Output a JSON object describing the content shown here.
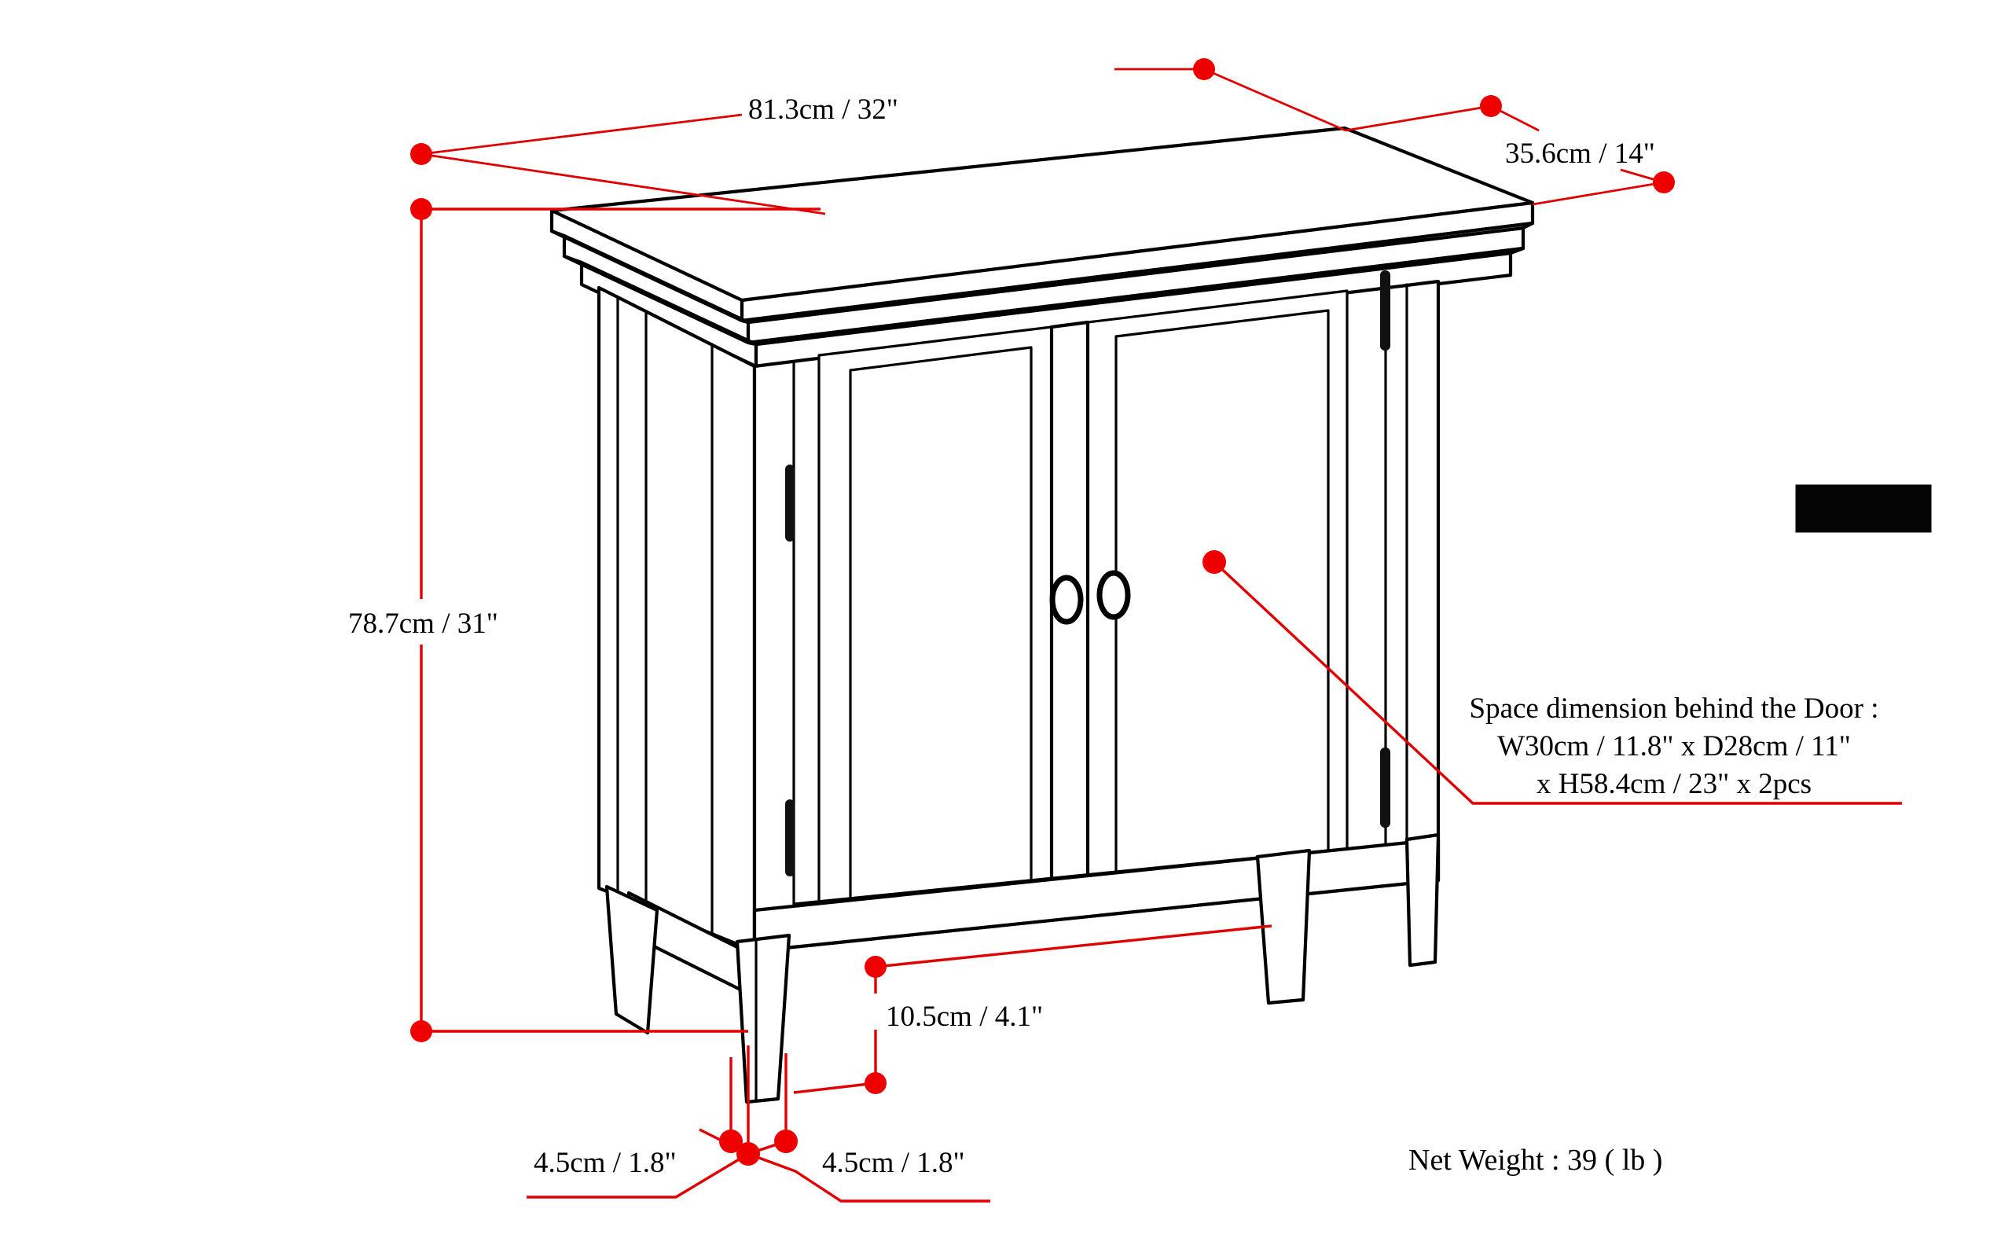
{
  "diagram": {
    "title": "Storage cabinet dimension diagram",
    "product": "Two-door low storage cabinet",
    "colors": {
      "dimension": "#e00000",
      "dot": "#ee0000",
      "outline": "#000000",
      "background": "#ffffff",
      "swatch": "#050505"
    }
  },
  "dimensions": {
    "width": {
      "label": "81.3cm / 32\"",
      "cm": 81.3,
      "inch": 32,
      "axis": "width"
    },
    "depth": {
      "label": "35.6cm / 14\"",
      "cm": 35.6,
      "inch": 14,
      "axis": "depth"
    },
    "height": {
      "label": "78.7cm / 31\"",
      "cm": 78.7,
      "inch": 31,
      "axis": "height"
    },
    "toe_kick_height": {
      "label": "10.5cm / 4.1\"",
      "cm": 10.5,
      "inch": 4.1,
      "axis": "height"
    },
    "leg_left": {
      "label": "4.5cm / 1.8\"",
      "cm": 4.5,
      "inch": 1.8,
      "axis": "width"
    },
    "leg_right": {
      "label": "4.5cm / 1.8\"",
      "cm": 4.5,
      "inch": 1.8,
      "axis": "depth"
    }
  },
  "callouts": {
    "space_behind_door": {
      "line1": "Space dimension behind the Door :",
      "line2": "W30cm / 11.8\" x D28cm / 11\"",
      "line3": "x H58.4cm / 23\" x 2pcs"
    }
  },
  "specs": {
    "net_weight": "Net Weight : 39 ( lb )"
  },
  "swatch": {
    "name": "finish-swatch",
    "color": "#050505"
  }
}
